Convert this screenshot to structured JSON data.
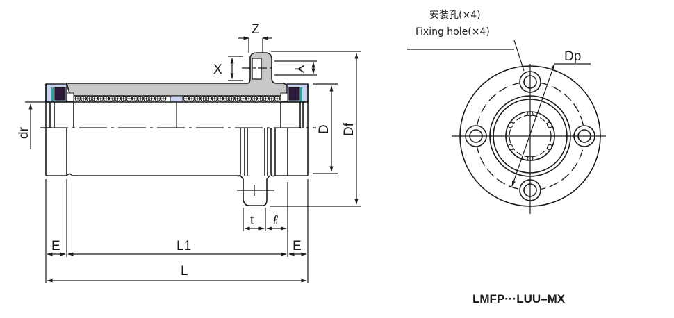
{
  "diagram": {
    "model_title": "LMFP···LUU–MX",
    "side_view": {
      "labels": {
        "Z": "Z",
        "X": "X",
        "Y": "Y",
        "dr": "dr",
        "D": "D",
        "Df": "Df",
        "t": "t",
        "l": "ℓ",
        "E_left": "E",
        "L1": "L1",
        "E_right": "E",
        "L": "L"
      }
    },
    "front_view": {
      "fixing_hole_cn": "安装孔(×4)",
      "fixing_hole_en": "Fixing hole(×4)",
      "Dp": "Dp",
      "hole_count": 4,
      "ball_track_count": 6
    },
    "colors": {
      "line": "#1a1a1a",
      "housing": "#c8c8c8",
      "seal": "#2e1a3a",
      "seal_ring": "#2aa6a0",
      "retainer": "#c9d2ee"
    }
  }
}
